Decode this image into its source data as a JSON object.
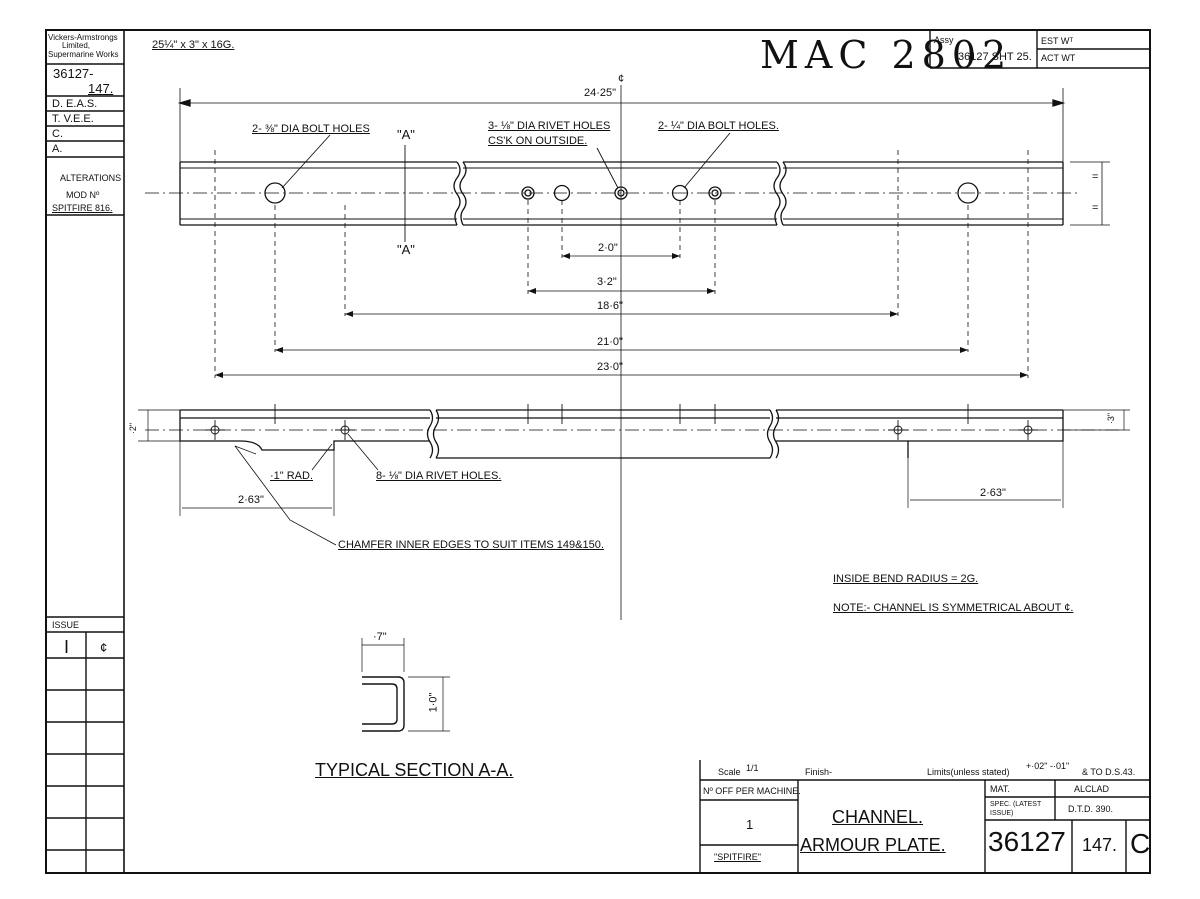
{
  "sidebar": {
    "maker": [
      "Vickers-Armstrongs",
      "Limited,",
      "Supermarine Works"
    ],
    "part_no": [
      "36127-",
      "147."
    ],
    "signoffs": [
      "D. E.A.S.",
      "T. V.E.E.",
      "C.",
      "A."
    ],
    "alterations": "ALTERATIONS",
    "mod_label": "MOD Nº",
    "mod_value": "SPITFIRE 816.",
    "issue_label": "ISSUE",
    "issue_number": "I",
    "issue_mark": "¢"
  },
  "header": {
    "stock_size": "25¼\" x 3\" x 16G.",
    "handwritten_ref": "MAC 2802",
    "assy_label": "Assy",
    "assy_value": "36127 SHT 25.",
    "est_wt_label": "EST Wᵀ",
    "act_wt_label": "ACT WT"
  },
  "plan_view": {
    "overall_length": "24·25\"",
    "centre_mark": "¢",
    "note_bolt_holes_left": "2- ⅜\" DIA BOLT HOLES",
    "section_mark_top": "\"A\"",
    "section_mark_bottom": "\"A\"",
    "note_rivet_holes": "3- ⅛\" DIA RIVET HOLES",
    "note_rivet_csk": "CS'K ON OUTSIDE.",
    "note_bolt_holes_right": "2- ¼\" DIA BOLT HOLES.",
    "dim_2_0": "2·0\"",
    "dim_3_2": "3·2\"",
    "dim_18_6": "18·6\"",
    "dim_21_0": "21·0\"",
    "dim_23_0": "23·0\"",
    "width_mark_1": "=",
    "width_mark_2": "="
  },
  "side_view": {
    "dim_left_height": "·2\"",
    "dim_right_height": "·3\"",
    "note_rad": "·1\" RAD.",
    "note_rivet_holes": "8- ⅛\" DIA RIVET HOLES.",
    "dim_left_263": "2·63\"",
    "dim_right_263": "2·63\"",
    "note_chamfer": "CHAMFER INNER EDGES TO SUIT ITEMS 149&150."
  },
  "notes": {
    "bend_radius": "INSIDE BEND RADIUS = 2G.",
    "symmetry": "NOTE:- CHANNEL IS SYMMETRICAL ABOUT ¢."
  },
  "section": {
    "dim_width": "·7\"",
    "dim_height": "1·0\"",
    "title": "TYPICAL SECTION A-A."
  },
  "title_block": {
    "scale_label": "Scale",
    "scale_value": "1/1",
    "finish_label": "Finish-",
    "limits_label": "Limits(unless stated)",
    "limits_value": "+·02\" -·01\"",
    "limits_ref": "& TO D.S.43.",
    "no_off_label": "Nº OFF PER MACHINE.",
    "no_off_value": "1",
    "aircraft": "\"SPITFIRE\"",
    "title_line1": "CHANNEL.",
    "title_line2": "ARMOUR  PLATE.",
    "mat_label": "MAT.",
    "mat_value": "ALCLAD",
    "spec_label": "SPEC. (LATEST ISSUE)",
    "spec_value": "D.T.D. 390.",
    "drawing_no": "36127",
    "item_no": "147.",
    "revision": "C"
  }
}
